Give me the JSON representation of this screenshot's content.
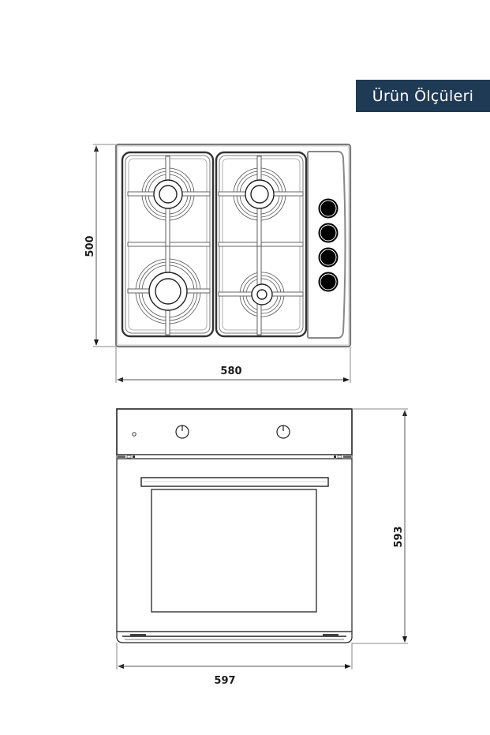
{
  "header": {
    "title": "Ürün Ölçüleri",
    "title_bg_color": "#1f3a55",
    "title_text_color": "#ffffff"
  },
  "hob": {
    "name": "Gas hob (top view)",
    "burners": 4,
    "control_knobs": 4,
    "dimensions": {
      "depth_label": "500",
      "width_label": "580"
    }
  },
  "oven": {
    "name": "Built-in oven (front view)",
    "control_knobs": 2,
    "indicator_lights": 1,
    "dimensions": {
      "height_label": "593",
      "width_label": "597"
    }
  },
  "colors": {
    "line": "#1a1a1a",
    "line_gray": "#7a7a7a",
    "knob_fill": "#000000"
  }
}
